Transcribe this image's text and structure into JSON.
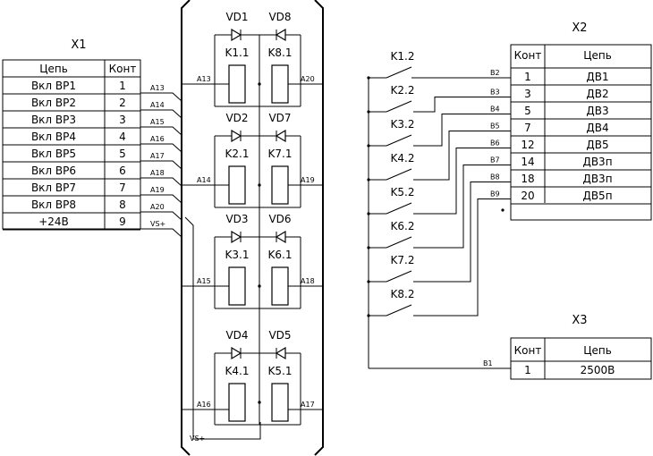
{
  "x1": {
    "title": "X1",
    "header_circuit": "Цепь",
    "header_contact": "Конт",
    "rows": [
      {
        "circuit": "Вкл ВР1",
        "contact": "1",
        "wire": "A13"
      },
      {
        "circuit": "Вкл ВР2",
        "contact": "2",
        "wire": "A14"
      },
      {
        "circuit": "Вкл ВР3",
        "contact": "3",
        "wire": "A15"
      },
      {
        "circuit": "Вкл ВР4",
        "contact": "4",
        "wire": "A16"
      },
      {
        "circuit": "Вкл ВР5",
        "contact": "5",
        "wire": "A17"
      },
      {
        "circuit": "Вкл ВР6",
        "contact": "6",
        "wire": "A18"
      },
      {
        "circuit": "Вкл ВР7",
        "contact": "7",
        "wire": "A19"
      },
      {
        "circuit": "Вкл ВР8",
        "contact": "8",
        "wire": "A20"
      },
      {
        "circuit": "+24В",
        "contact": "9",
        "wire": "VS+"
      }
    ]
  },
  "relay_board": {
    "cells": [
      {
        "diode": "VD1",
        "relay": "K1.1",
        "wire": "A13"
      },
      {
        "diode": "VD8",
        "relay": "K8.1",
        "wire": "A20"
      },
      {
        "diode": "VD2",
        "relay": "K2.1",
        "wire": "A14"
      },
      {
        "diode": "VD7",
        "relay": "K7.1",
        "wire": "A19"
      },
      {
        "diode": "VD3",
        "relay": "K3.1",
        "wire": "A15"
      },
      {
        "diode": "VD6",
        "relay": "K6.1",
        "wire": "A18"
      },
      {
        "diode": "VD4",
        "relay": "K4.1",
        "wire": "A16"
      },
      {
        "diode": "VD5",
        "relay": "K5.1",
        "wire": "A17"
      }
    ],
    "supply_label": "VS+"
  },
  "contacts": [
    {
      "name": "K1.2",
      "wire": "B2"
    },
    {
      "name": "K2.2",
      "wire": "B3"
    },
    {
      "name": "K3.2",
      "wire": "B4"
    },
    {
      "name": "K4.2",
      "wire": "B5"
    },
    {
      "name": "K5.2",
      "wire": "B6"
    },
    {
      "name": "K6.2",
      "wire": "B7"
    },
    {
      "name": "K7.2",
      "wire": "B8"
    },
    {
      "name": "K8.2",
      "wire": "B9"
    }
  ],
  "common_wire": "B1",
  "x2": {
    "title": "X2",
    "header_contact": "Конт",
    "header_circuit": "Цепь",
    "rows": [
      {
        "contact": "1",
        "circuit": "ДВ1"
      },
      {
        "contact": "3",
        "circuit": "ДВ2"
      },
      {
        "contact": "5",
        "circuit": "ДВ3"
      },
      {
        "contact": "7",
        "circuit": "ДВ4"
      },
      {
        "contact": "12",
        "circuit": "ДВ5"
      },
      {
        "contact": "14",
        "circuit": "ДВ3п"
      },
      {
        "contact": "18",
        "circuit": "ДВ3п"
      },
      {
        "contact": "20",
        "circuit": "ДВ5п"
      },
      {
        "contact": "",
        "circuit": ""
      }
    ]
  },
  "x3": {
    "title": "X3",
    "header_contact": "Конт",
    "header_circuit": "Цепь",
    "rows": [
      {
        "contact": "1",
        "circuit": "2500В"
      }
    ]
  }
}
